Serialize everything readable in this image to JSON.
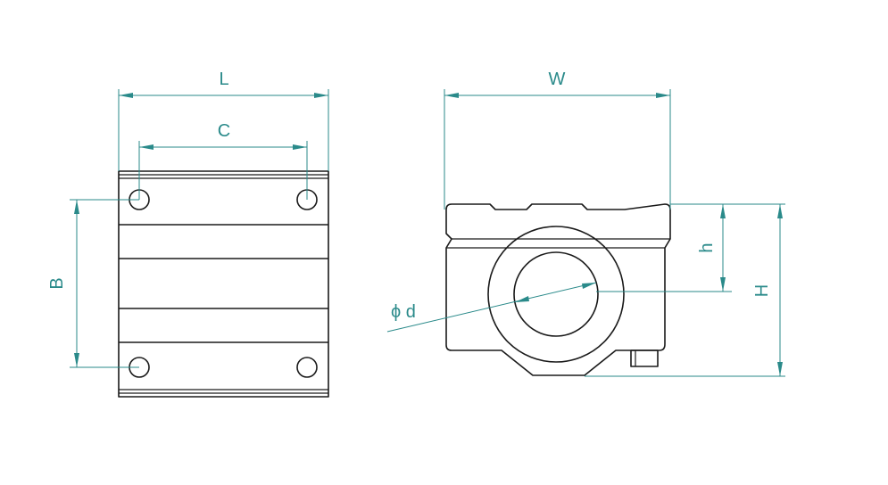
{
  "drawing": {
    "labels": {
      "L": "L",
      "C": "C",
      "B": "B",
      "W": "W",
      "H": "H",
      "h": "h",
      "d": "ϕ d"
    },
    "colors": {
      "dimension": "#2a8a8a",
      "outline": "#1a1a1a",
      "background": "#ffffff"
    }
  }
}
